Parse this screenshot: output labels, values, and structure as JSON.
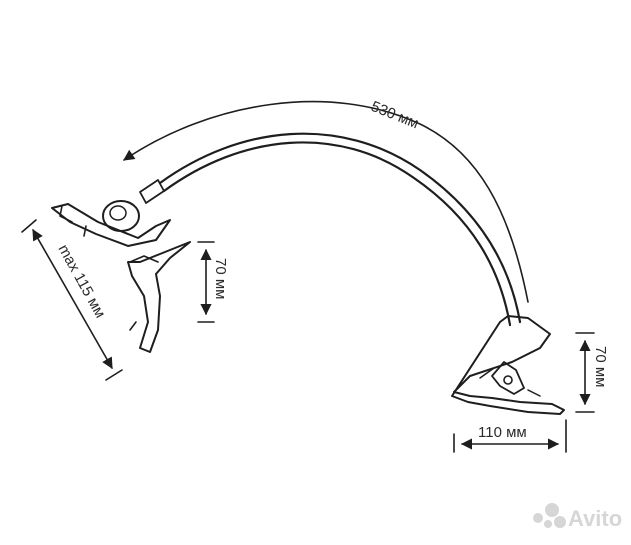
{
  "dimensions": {
    "arm_length": "530 мм",
    "holder_height": "70 мм",
    "holder_max_width": "max 115 мм",
    "clip_height": "70 мм",
    "clip_width": "110 мм"
  },
  "watermark": {
    "brand": "Avito",
    "color": "#d6d6d6"
  },
  "colors": {
    "line": "#1e1e1e",
    "background": "#ffffff"
  }
}
